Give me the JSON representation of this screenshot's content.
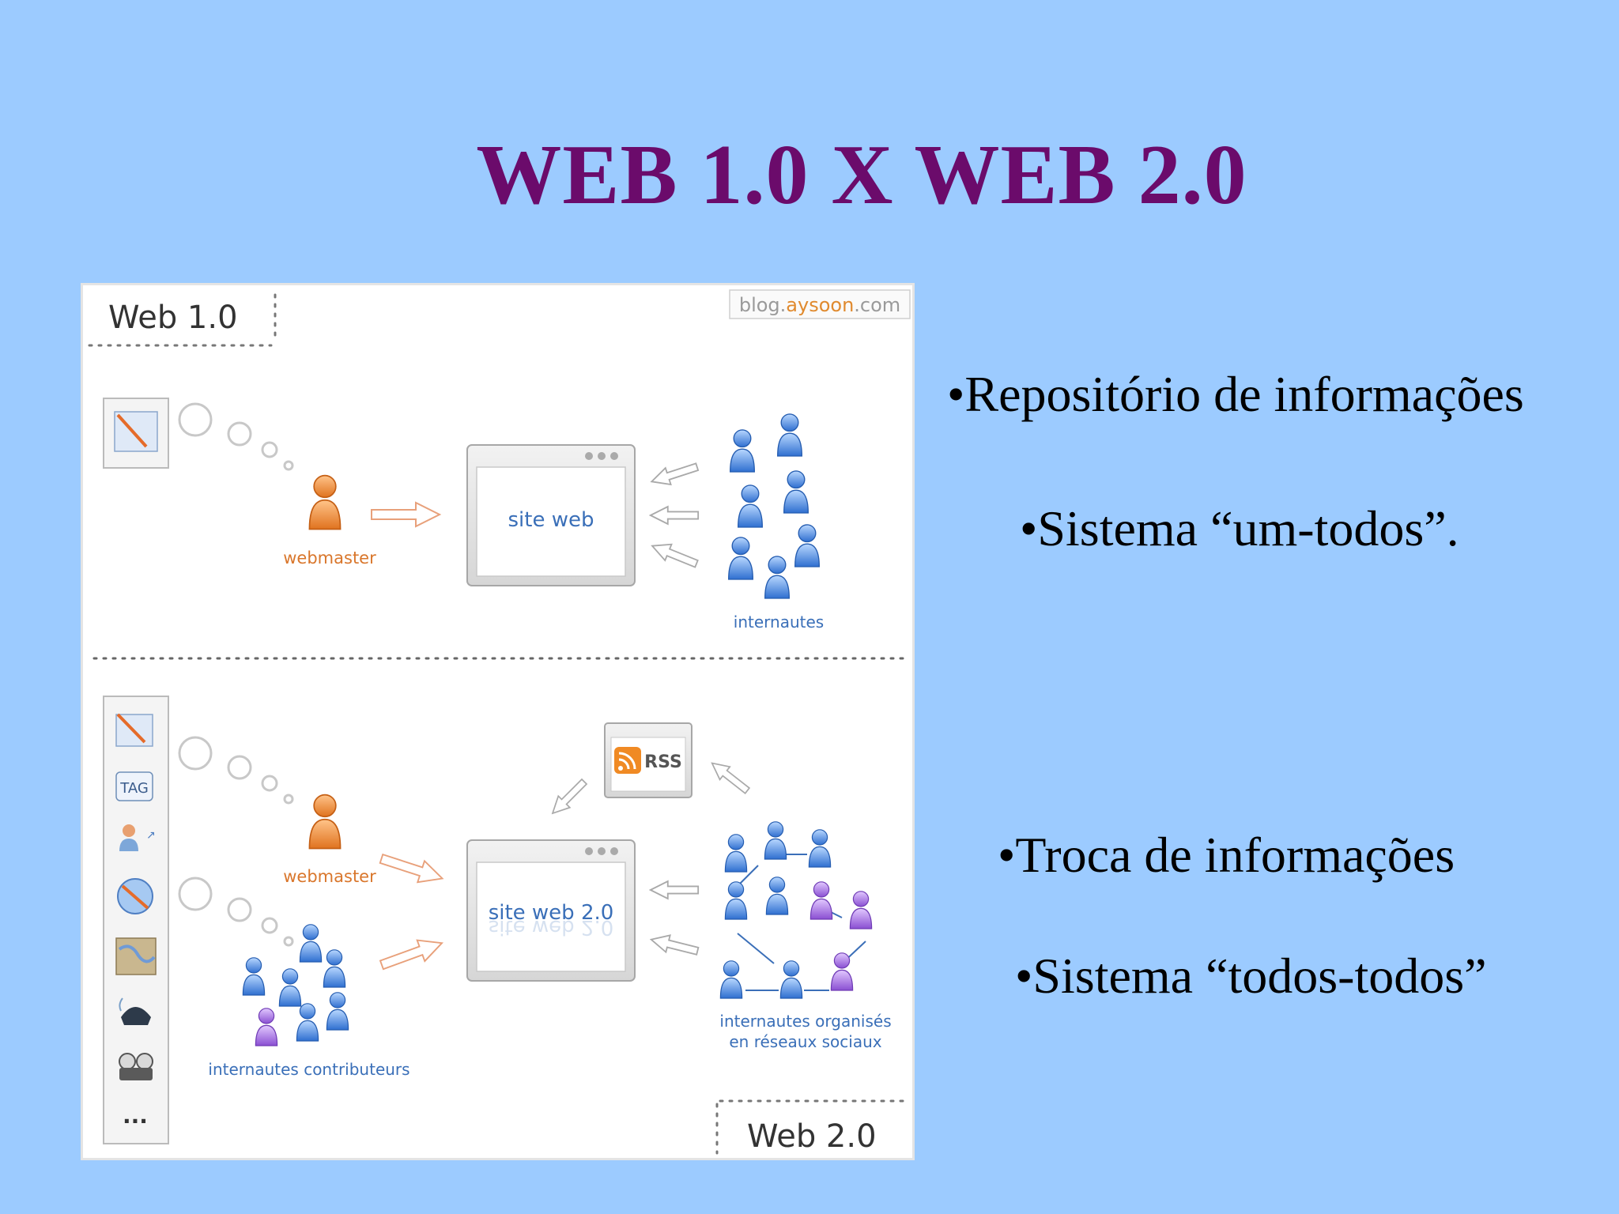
{
  "slide": {
    "title": "WEB 1.0 X WEB 2.0",
    "bullets": [
      "•Repositório de informações",
      "•Sistema “um-todos”.",
      "•Troca de informações",
      "•Sistema “todos-todos”"
    ]
  },
  "diagram": {
    "source_prefix": "blog.",
    "source_brand": "aysoon",
    "source_suffix": ".com",
    "web1": {
      "heading": "Web 1.0",
      "webmaster": "webmaster",
      "site": "site web",
      "users": "internautes"
    },
    "web2": {
      "heading": "Web 2.0",
      "webmaster": "webmaster",
      "site": "site web 2.0",
      "contributors": "internautes contributeurs",
      "networks_line1": "internautes organisés",
      "networks_line2": "en réseaux sociaux",
      "rss": "RSS",
      "tag": "TAG",
      "more": "..."
    }
  },
  "colors": {
    "background": "#9ccbff",
    "title": "#6b0b6b",
    "orange_user": "#e88a3c",
    "blue_user": "#3b7ad6",
    "purple_user": "#9a62d8",
    "label_blue": "#3a6fb8",
    "label_orange": "#d9762b"
  }
}
